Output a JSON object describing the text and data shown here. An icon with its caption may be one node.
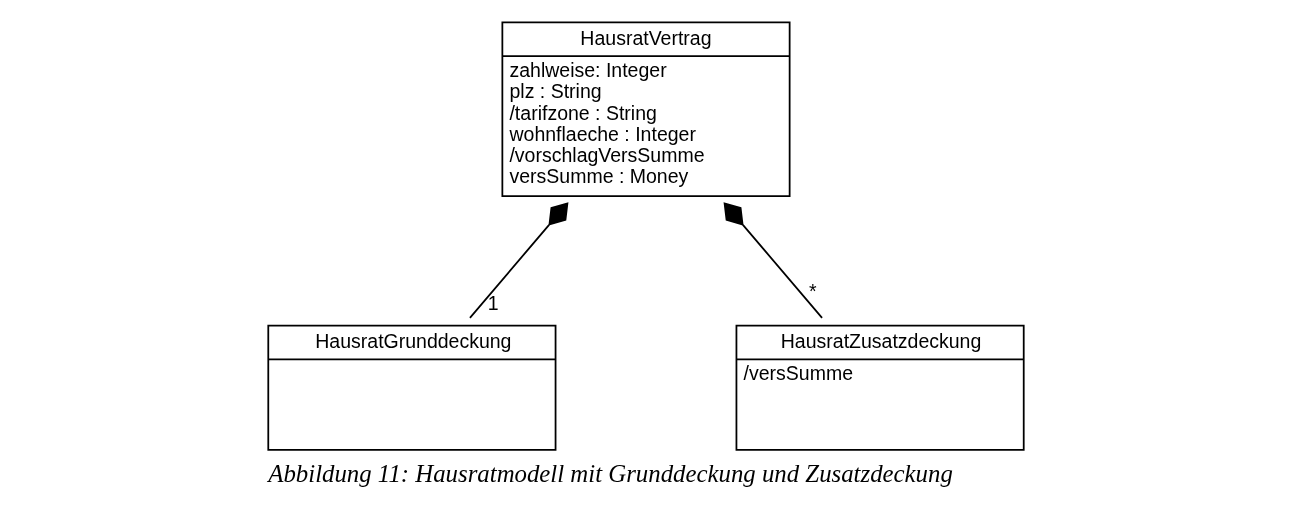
{
  "diagram": {
    "caption": "Abbildung 11: Hausratmodell mit Grunddeckung und Zusatzdeckung",
    "nodes": [
      {
        "text": [
          "HausratVertrag",
          "zahlweise: Integer",
          "plz : String",
          "/tarifzone : String",
          "wohnflaeche : Integer",
          "/vorschlagVersSumme",
          "versSumme : Money"
        ]
      },
      {
        "text": [
          "HausratGrunddeckung"
        ]
      },
      {
        "text": [
          "HausratZusatzdeckung",
          "/versSumme"
        ]
      }
    ],
    "edges": [
      {
        "from": 0,
        "to": 1,
        "arrow": "other",
        "label": "1"
      },
      {
        "from": 0,
        "to": 2,
        "arrow": "other",
        "label": "*"
      }
    ]
  }
}
